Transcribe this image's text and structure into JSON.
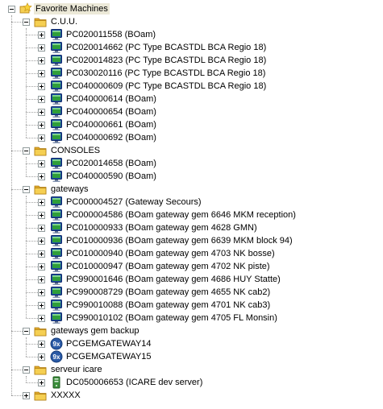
{
  "tree": {
    "root": {
      "label": "Favorite Machines",
      "icon": "favorites-star-icon",
      "expanded": true
    },
    "groups": [
      {
        "label": "C.U.U.",
        "icon": "folder-icon",
        "expanded": true,
        "items": [
          {
            "label": "PC020011558 (BOam)",
            "icon": "computer-icon"
          },
          {
            "label": "PC020014662 (PC Type BCASTDL BCA Regio 18)",
            "icon": "computer-icon"
          },
          {
            "label": "PC020014823 (PC Type BCASTDL BCA Regio 18)",
            "icon": "computer-icon"
          },
          {
            "label": "PC030020116 (PC Type BCASTDL BCA Regio 18)",
            "icon": "computer-icon"
          },
          {
            "label": "PC040000609 (PC Type BCASTDL BCA Regio 18)",
            "icon": "computer-icon"
          },
          {
            "label": "PC040000614 (BOam)",
            "icon": "computer-icon"
          },
          {
            "label": "PC040000654 (BOam)",
            "icon": "computer-icon"
          },
          {
            "label": "PC040000661 (BOam)",
            "icon": "computer-icon"
          },
          {
            "label": "PC040000692 (BOam)",
            "icon": "computer-icon"
          }
        ]
      },
      {
        "label": "CONSOLES",
        "icon": "folder-icon",
        "expanded": true,
        "items": [
          {
            "label": "PC020014658 (BOam)",
            "icon": "computer-icon"
          },
          {
            "label": "PC040000590 (BOam)",
            "icon": "computer-icon"
          }
        ]
      },
      {
        "label": "gateways",
        "icon": "folder-icon",
        "expanded": true,
        "items": [
          {
            "label": "PC000004527 (Gateway Secours)",
            "icon": "computer-icon"
          },
          {
            "label": "PC000004586 (BOam gateway gem 6646 MKM reception)",
            "icon": "computer-icon"
          },
          {
            "label": "PC010000933 (BOam gateway gem 4628 GMN)",
            "icon": "computer-icon"
          },
          {
            "label": "PC010000936 (BOam gateway gem 6639 MKM block 94)",
            "icon": "computer-icon"
          },
          {
            "label": "PC010000940 (BOam gateway gem 4703 NK bosse)",
            "icon": "computer-icon"
          },
          {
            "label": "PC010000947 (BOam gateway gem 4702 NK piste)",
            "icon": "computer-icon"
          },
          {
            "label": "PC990001646 (BOam gateway gem 4686 HUY Statte)",
            "icon": "computer-icon"
          },
          {
            "label": "PC990008729 (BOam gateway gem 4655 NK cab2)",
            "icon": "computer-icon"
          },
          {
            "label": "PC990010088 (BOam gateway gem 4701 NK cab3)",
            "icon": "computer-icon"
          },
          {
            "label": "PC990010102 (BOam gateway gem 4705 FL Monsin)",
            "icon": "computer-icon"
          }
        ]
      },
      {
        "label": "gateways gem backup",
        "icon": "folder-icon",
        "expanded": true,
        "items": [
          {
            "label": "PCGEMGATEWAY14",
            "icon": "9x-badge-icon",
            "badge": "9x"
          },
          {
            "label": "PCGEMGATEWAY15",
            "icon": "9x-badge-icon",
            "badge": "9x"
          }
        ]
      },
      {
        "label": "serveur icare",
        "icon": "folder-icon",
        "expanded": true,
        "items": [
          {
            "label": "DC050006653 (ICARE dev server)",
            "icon": "server-tower-icon"
          }
        ]
      },
      {
        "label": "XXXXX",
        "icon": "folder-icon",
        "expanded": false,
        "items": []
      }
    ]
  },
  "colors": {
    "monitor_frame": "#1f4fa8",
    "monitor_screen": "#2f9e3a",
    "folder": "#f5cf52",
    "badge": "#2a5aa6",
    "server": "#3a8f3a",
    "selection": "#ece9d8",
    "tree_line": "#a0a0a0"
  }
}
